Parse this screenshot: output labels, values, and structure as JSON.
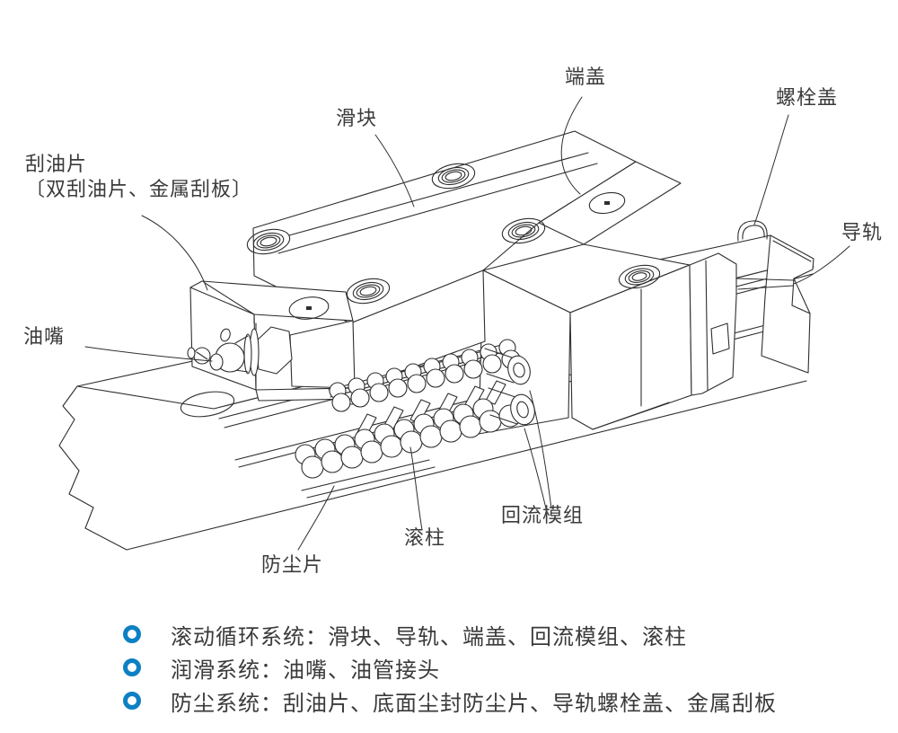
{
  "figure": {
    "title_hint": "linear-guide-exploded-structure-diagram",
    "labels": {
      "scraper_line1": "刮油片",
      "scraper_line2": "〔双刮油片、金属刮板〕",
      "slider": "滑块",
      "end_cap": "端盖",
      "bolt_cover": "螺栓盖",
      "rail": "导轨",
      "oil_nipple": "油嘴",
      "dust_sheet": "防尘片",
      "roller": "滚柱",
      "return_module": "回流模组"
    },
    "legend": {
      "bullet_color": "#0d80c4",
      "items": [
        "滚动循环系统：滑块、导轨、端盖、回流模组、滚柱",
        "润滑系统：油嘴、油管接头",
        "防尘系统：刮油片、底面尘封防尘片、导轨螺栓盖、金属刮板"
      ]
    },
    "line_color": "#2e2e2e"
  }
}
